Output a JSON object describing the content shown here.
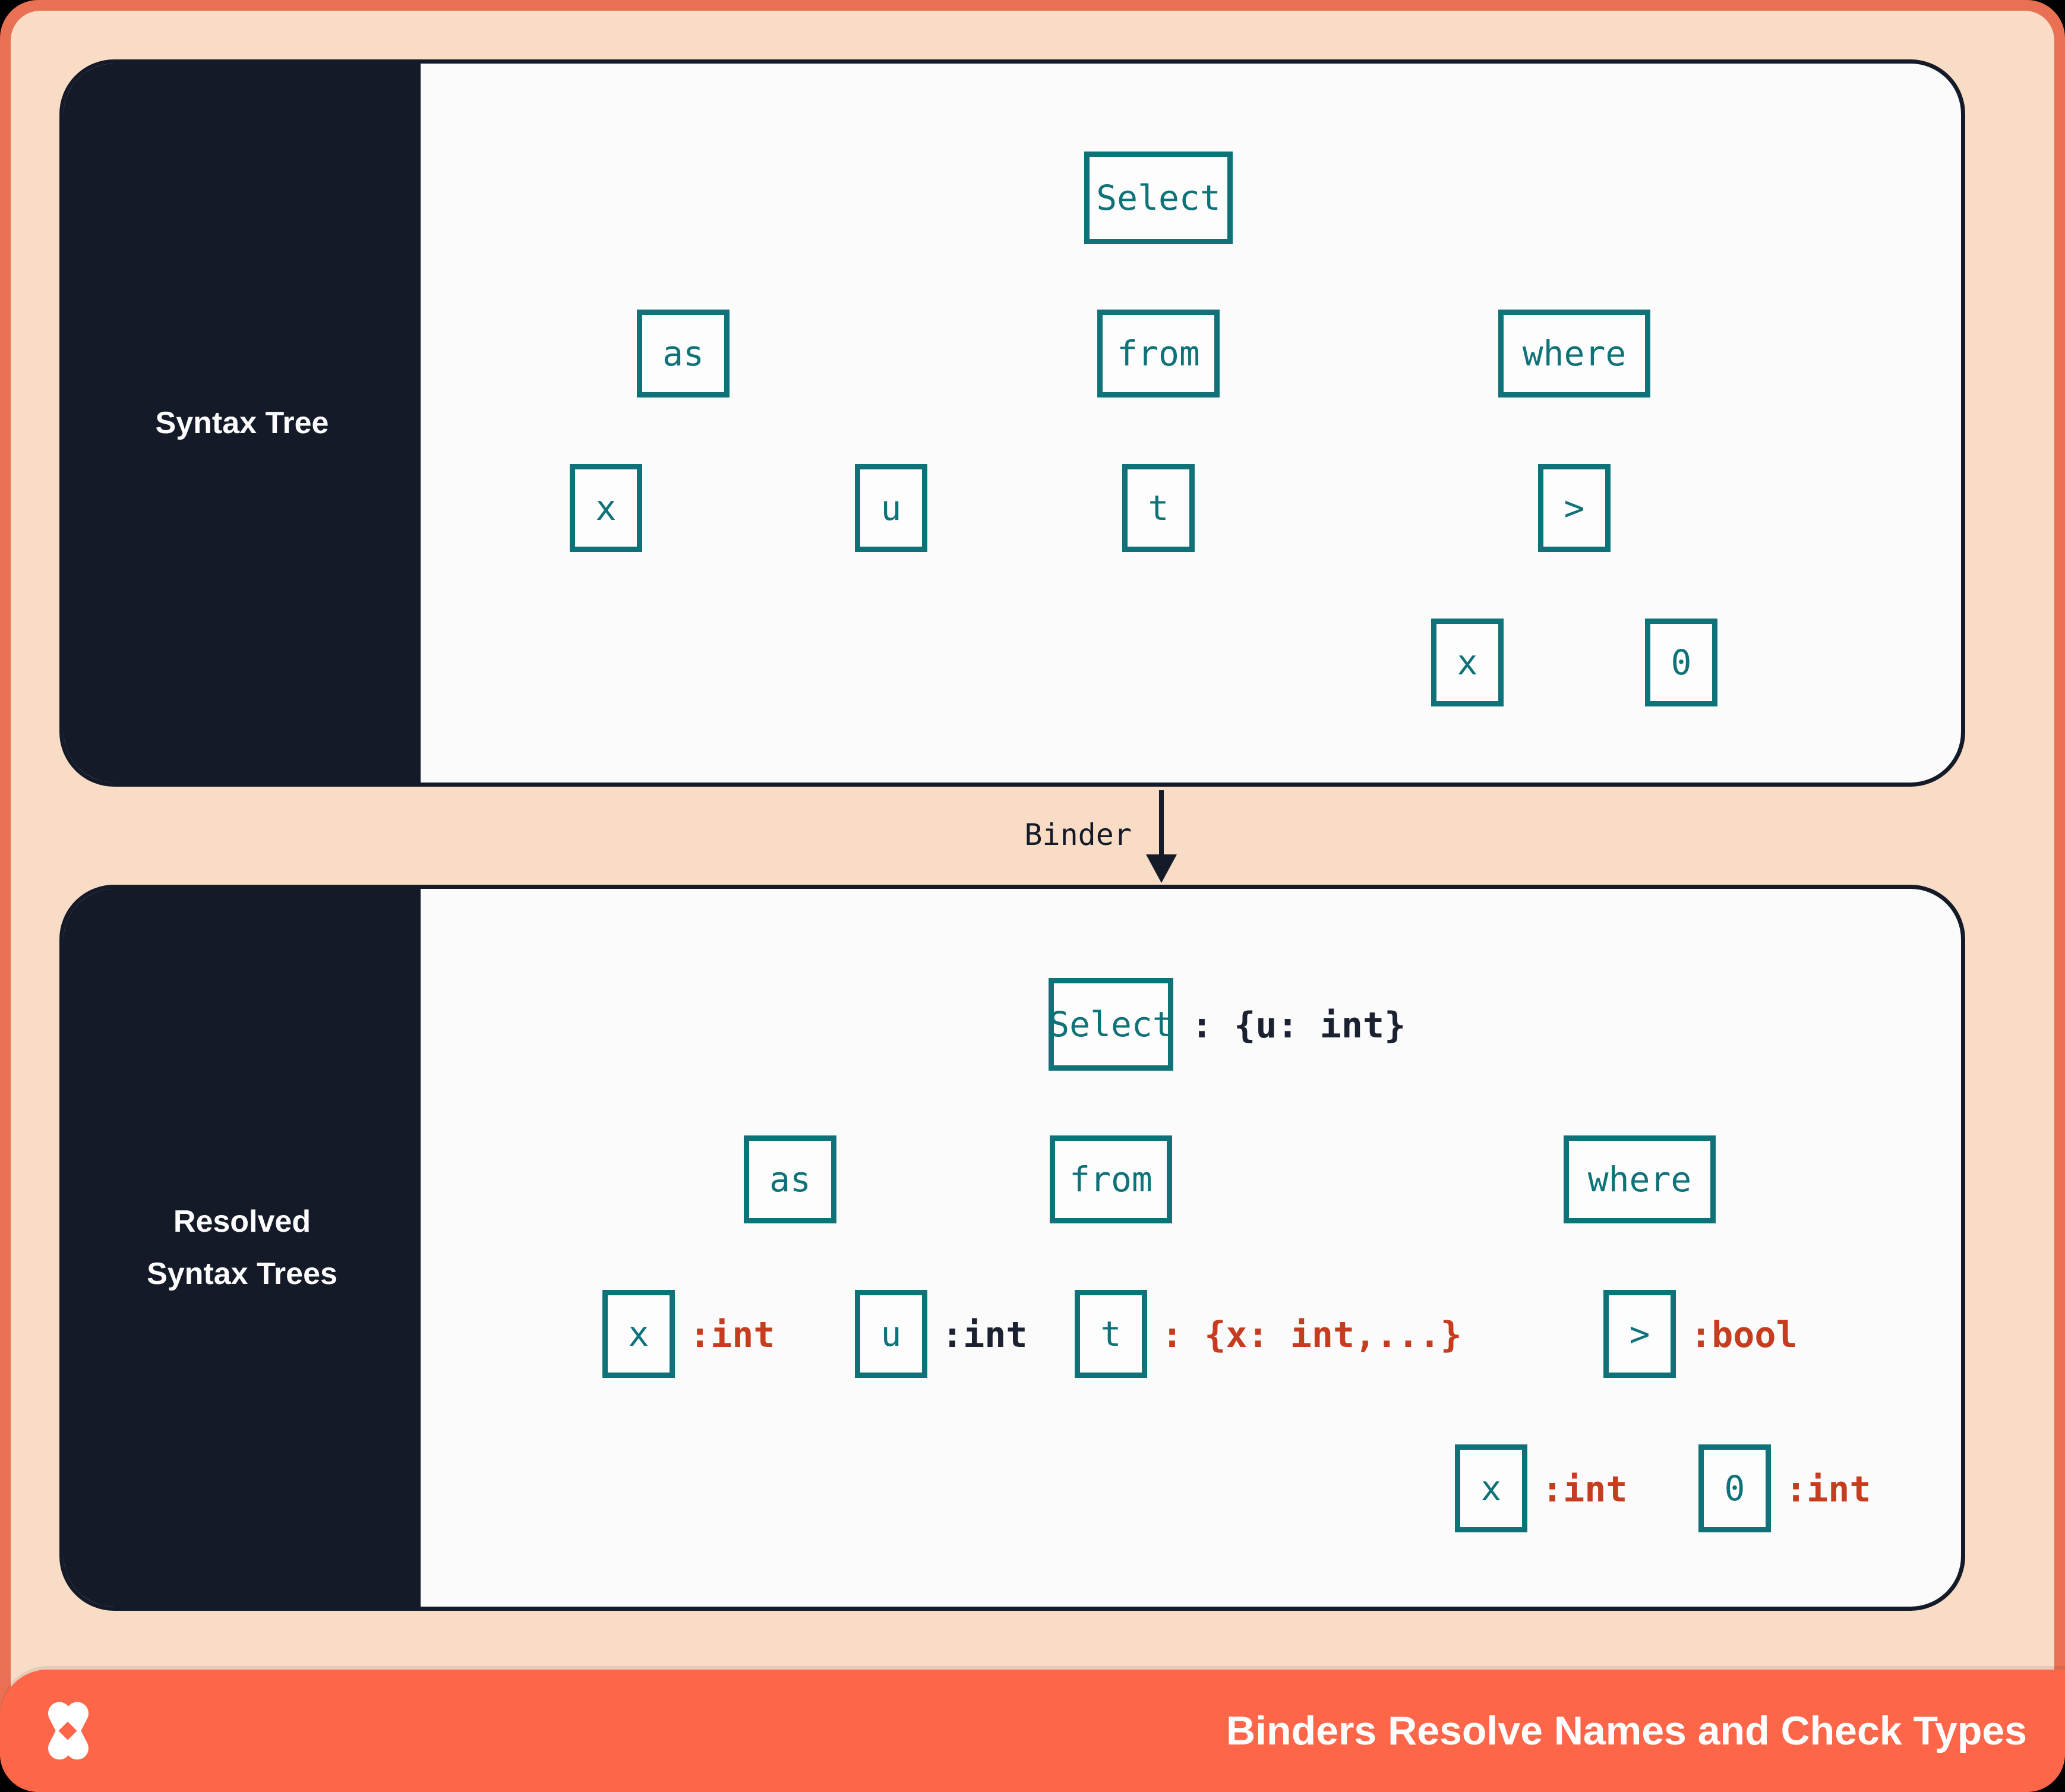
{
  "colors": {
    "frame_coral": "#ea7053",
    "footer_coral": "#fe664a",
    "peach_background": "#f8dcc6",
    "panel_background": "#fbfbfc",
    "dark_navy": "#141a28",
    "node_teal": "#0f7278",
    "annotation_red": "#c63c1e",
    "annotation_dark": "#1b2130",
    "white": "#ffffff"
  },
  "top_panel": {
    "sidebar_title": "Syntax Tree",
    "nodes": {
      "select": {
        "label": "Select"
      },
      "as": {
        "label": "as"
      },
      "from": {
        "label": "from"
      },
      "where": {
        "label": "where"
      },
      "x_as": {
        "label": "x"
      },
      "u": {
        "label": "u"
      },
      "t": {
        "label": "t"
      },
      "gt": {
        "label": ">"
      },
      "x_gt": {
        "label": "x"
      },
      "zero": {
        "label": "0"
      }
    }
  },
  "binder": {
    "label": "Binder"
  },
  "bottom_panel": {
    "sidebar_title_line1": "Resolved",
    "sidebar_title_line2": "Syntax Trees",
    "nodes": {
      "select": {
        "label": "Select",
        "annotation": ": {u: int}",
        "annotation_color": "dark"
      },
      "as": {
        "label": "as"
      },
      "from": {
        "label": "from"
      },
      "where": {
        "label": "where"
      },
      "x_as": {
        "label": "x",
        "annotation": ":int",
        "annotation_color": "red"
      },
      "u": {
        "label": "u",
        "annotation": ":int",
        "annotation_color": "dark"
      },
      "t": {
        "label": "t",
        "annotation": ": {x: int,...}",
        "annotation_color": "red"
      },
      "gt": {
        "label": ">",
        "annotation": ":bool",
        "annotation_color": "red"
      },
      "x_gt": {
        "label": "x",
        "annotation": ":int",
        "annotation_color": "red"
      },
      "zero": {
        "label": "0",
        "annotation": ":int",
        "annotation_color": "red"
      }
    }
  },
  "footer": {
    "title": "Binders Resolve Names and Check Types",
    "logo": "x-logo"
  }
}
